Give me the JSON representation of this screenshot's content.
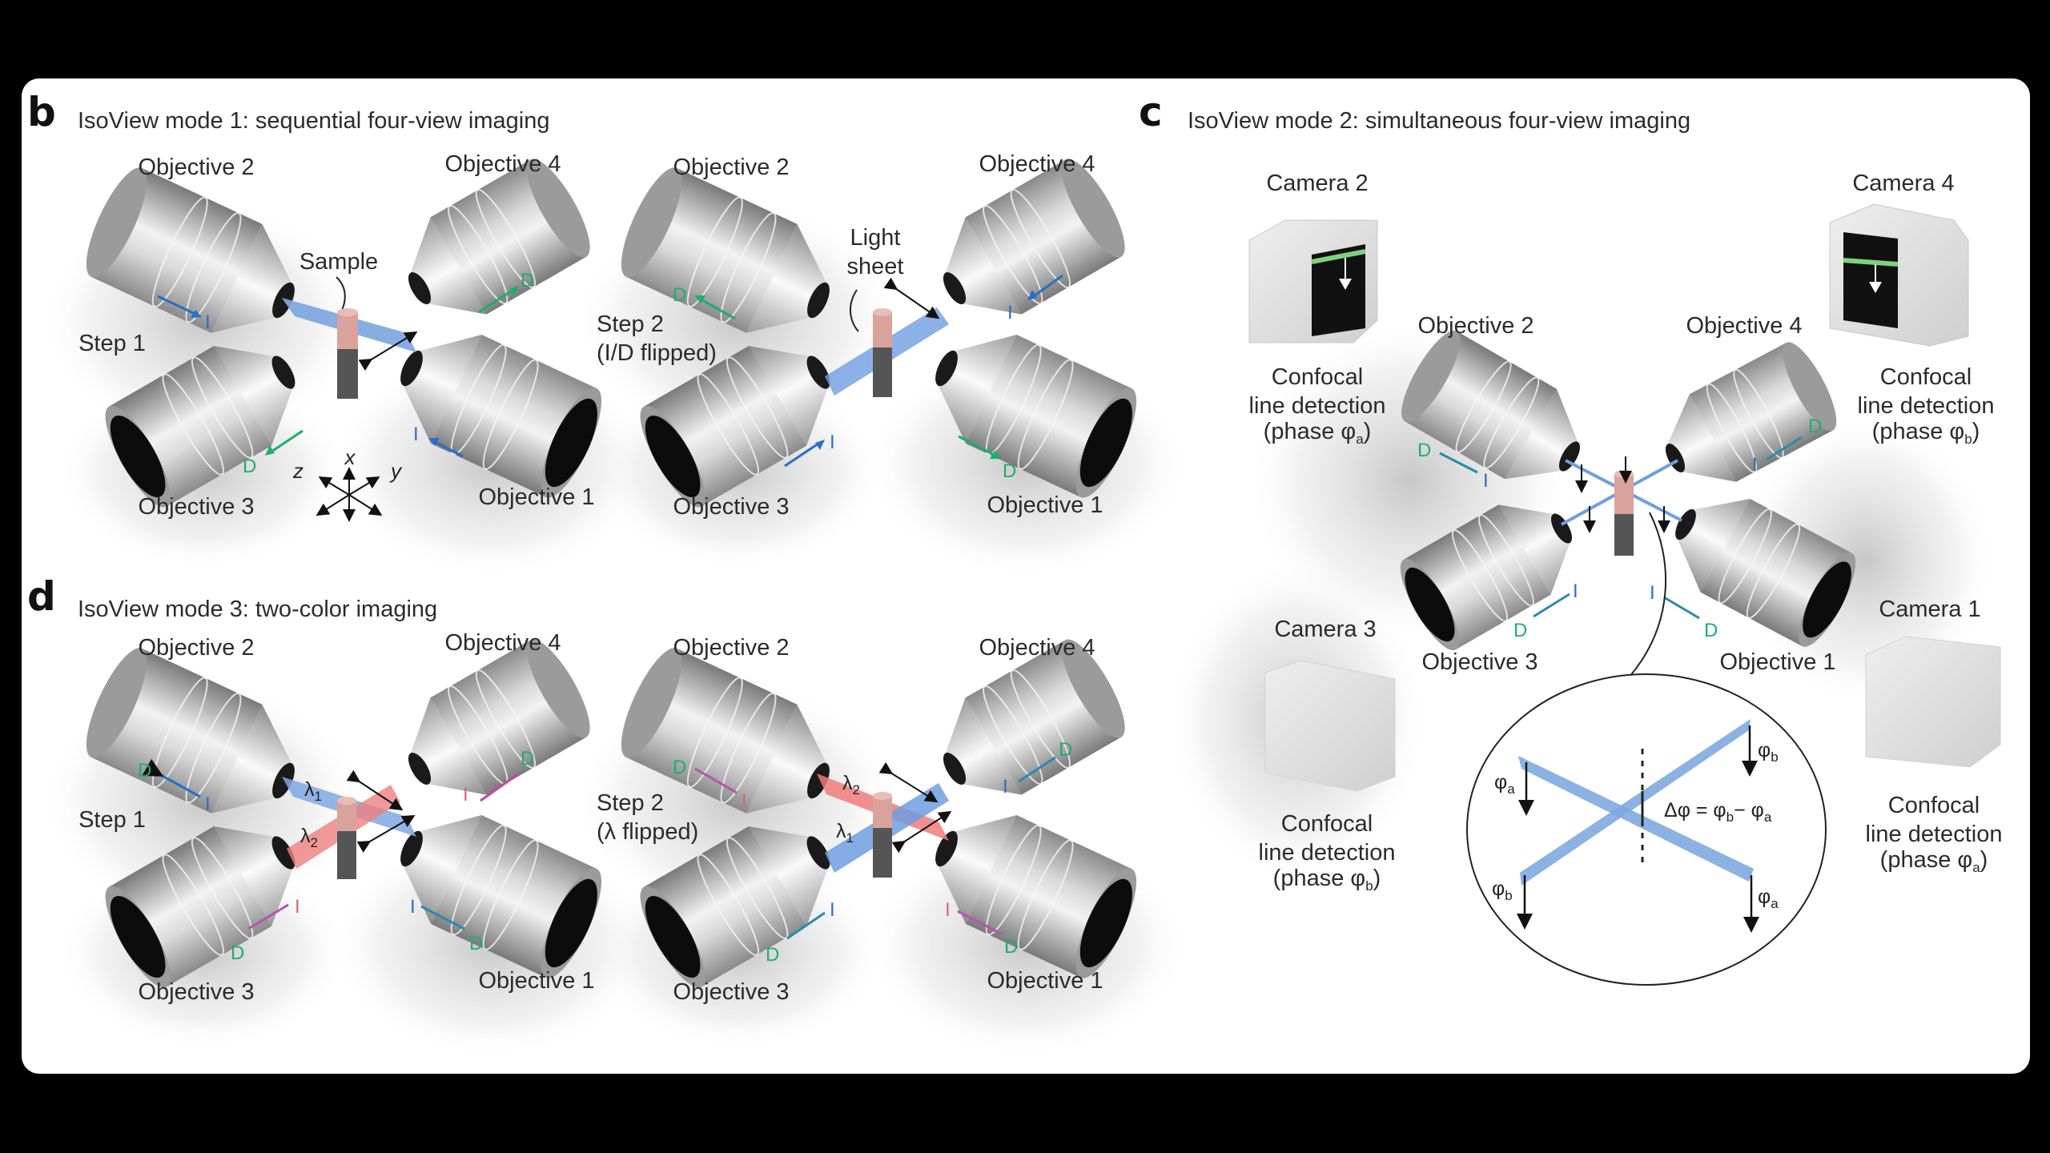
{
  "figure": {
    "panels": {
      "b": {
        "letter": "b",
        "title": "IsoView mode 1: sequential four-view imaging",
        "step1": {
          "step_label": "Step 1",
          "sample_label": "Sample",
          "objectives": [
            "Objective 1",
            "Objective 2",
            "Objective 3",
            "Objective 4"
          ],
          "arrows": [
            {
              "objective": "Objective 2",
              "label": "I",
              "color": "#2a6fc2"
            },
            {
              "objective": "Objective 4",
              "label": "D",
              "color": "#1fae6a"
            },
            {
              "objective": "Objective 3",
              "label": "D",
              "color": "#1fae6a"
            },
            {
              "objective": "Objective 1",
              "label": "I",
              "color": "#2a6fc2"
            }
          ],
          "axes": {
            "x": "x",
            "y": "y",
            "z": "z"
          }
        },
        "step2": {
          "step_label": "Step 2",
          "step_note": "(I/D flipped)",
          "light_sheet_label_1": "Light",
          "light_sheet_label_2": "sheet",
          "objectives": [
            "Objective 1",
            "Objective 2",
            "Objective 3",
            "Objective 4"
          ],
          "arrows": [
            {
              "objective": "Objective 2",
              "label": "D",
              "color": "#1fae6a"
            },
            {
              "objective": "Objective 4",
              "label": "I",
              "color": "#2a6fc2"
            },
            {
              "objective": "Objective 3",
              "label": "I",
              "color": "#2a6fc2"
            },
            {
              "objective": "Objective 1",
              "label": "D",
              "color": "#1fae6a"
            }
          ]
        }
      },
      "c": {
        "letter": "c",
        "title": "IsoView mode 2: simultaneous four-view imaging",
        "cameras": [
          {
            "name": "Camera 1",
            "detection_1": "Confocal",
            "detection_2": "line detection",
            "phase_prefix": "(phase φ",
            "phase_sub": "a",
            "phase_suffix": ")"
          },
          {
            "name": "Camera 2",
            "detection_1": "Confocal",
            "detection_2": "line detection",
            "phase_prefix": "(phase φ",
            "phase_sub": "a",
            "phase_suffix": ")"
          },
          {
            "name": "Camera 3",
            "detection_1": "Confocal",
            "detection_2": "line detection",
            "phase_prefix": "(phase φ",
            "phase_sub": "b",
            "phase_suffix": ")"
          },
          {
            "name": "Camera 4",
            "detection_1": "Confocal",
            "detection_2": "line detection",
            "phase_prefix": "(phase φ",
            "phase_sub": "b",
            "phase_suffix": ")"
          }
        ],
        "objectives": [
          "Objective 1",
          "Objective 2",
          "Objective 3",
          "Objective 4"
        ],
        "arrow_labels": {
          "i": "I",
          "d": "D"
        },
        "inset": {
          "phi_a": "φ",
          "sub_a": "a",
          "sub_b": "b",
          "equation_lhs": "Δφ = φ",
          "equation_mid": "− φ"
        }
      },
      "d": {
        "letter": "d",
        "title": "IsoView mode 3: two-color imaging",
        "step1": {
          "step_label": "Step 1",
          "lambda_1": "λ",
          "lambda_1_sub": "1",
          "lambda_2": "λ",
          "lambda_2_sub": "2",
          "objectives": [
            "Objective 1",
            "Objective 2",
            "Objective 3",
            "Objective 4"
          ]
        },
        "step2": {
          "step_label": "Step 2",
          "step_note": "(λ flipped)",
          "lambda_1": "λ",
          "lambda_1_sub": "1",
          "lambda_2": "λ",
          "lambda_2_sub": "2",
          "objectives": [
            "Objective 1",
            "Objective 2",
            "Objective 3",
            "Objective 4"
          ]
        },
        "arrow_labels": {
          "i": "I",
          "d": "D"
        }
      }
    },
    "colors": {
      "illumination_blue": "#2a6fc2",
      "detection_green": "#1fae6a",
      "lambda2_magenta": "#d23fa5",
      "lambda2_label": "#e0607e",
      "beam_blue": "#7fa8e0",
      "beam_red": "#ee7b7b",
      "sample_tip": "#d9a39b",
      "sample_holder": "#555555",
      "camera_line_green": "#7ed27e"
    }
  }
}
